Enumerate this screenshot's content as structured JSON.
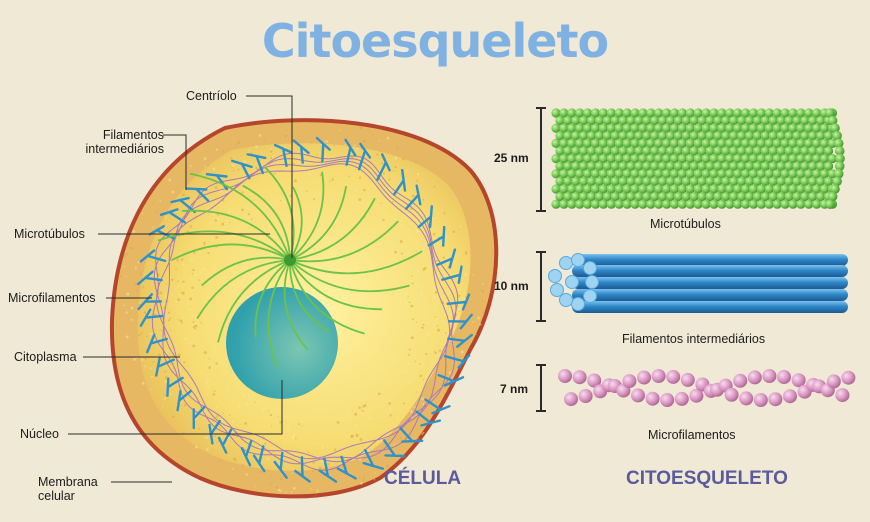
{
  "title": "Citoesqueleto",
  "cell_labels": {
    "centriolo": "Centríolo",
    "filamentos_intermediarios": [
      "Filamentos",
      "intermediários"
    ],
    "microtubulos": "Microtúbulos",
    "microfilamentos": "Microfilamentos",
    "citoplasma": "Citoplasma",
    "nucleo": "Núcleo",
    "membrana": [
      "Membrana",
      "celular"
    ]
  },
  "fibers": [
    {
      "size": "25 nm",
      "caption": "Microtúbulos"
    },
    {
      "size": "10 nm",
      "caption": "Filamentos intermediários"
    },
    {
      "size": "7 nm",
      "caption": "Microfilamentos"
    }
  ],
  "section_labels": {
    "cell": "CÉLULA",
    "cytoskeleton": "CITOESQUELETO"
  },
  "colors": {
    "background": "#f0e9d6",
    "title": "#7fb1e2",
    "membrane": "#b5462c",
    "cytoplasm": "#f6dc72",
    "nucleus": "#3fa8a8",
    "microtubule": "#6cc24a",
    "intermediate_filament": "#2f87c8",
    "microfilament": "#d993c0",
    "section": "#5a5b9c"
  }
}
